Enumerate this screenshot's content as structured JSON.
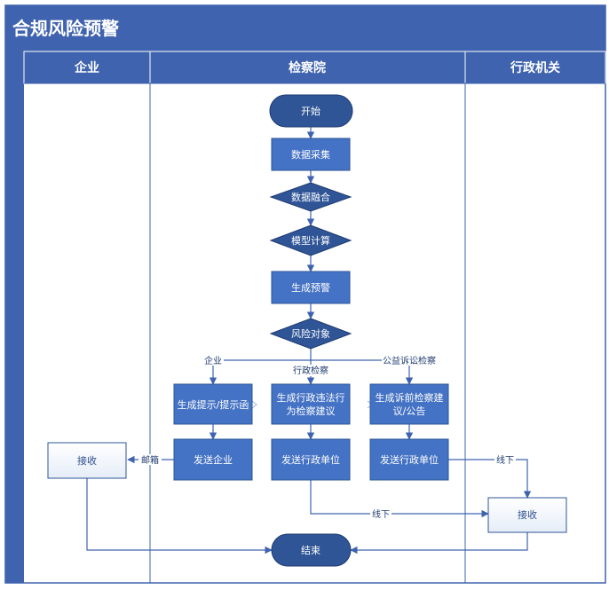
{
  "title": "合规风险预警",
  "lanes": {
    "enterprise": "企业",
    "procuratorate": "检察院",
    "admin": "行政机关"
  },
  "nodes": {
    "start": "开始",
    "collect": "数据采集",
    "fuse": "数据融合",
    "model": "模型计算",
    "warn": "生成预警",
    "target": "风险对象",
    "tip": "生成提示/提示函",
    "admin_sugg_1": "生成行政违法行",
    "admin_sugg_2": "为检察建议",
    "public_sugg_1": "生成诉前检察建",
    "public_sugg_2": "议/公告",
    "send_ent": "发送企业",
    "send_admin_1": "发送行政单位",
    "send_admin_2": "发送行政单位",
    "receive_ent": "接收",
    "receive_admin": "接收",
    "end": "结束"
  },
  "edges": {
    "enterprise": "企业",
    "admin_check": "行政检察",
    "public_check": "公益诉讼检察",
    "mailbox": "邮箱",
    "offline_1": "线下",
    "offline_2": "线下"
  },
  "colors": {
    "header": "#3f63ae",
    "node": "#4472c4",
    "node_border": "#2e5597",
    "line": "#3f63ae"
  }
}
